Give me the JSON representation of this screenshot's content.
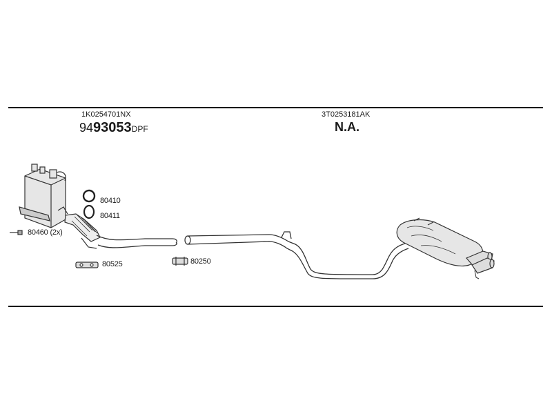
{
  "sections": {
    "front": {
      "part_number": "1K0254701NX",
      "code_prefix": "94",
      "code_main": "93053",
      "code_suffix": "DPF"
    },
    "rear": {
      "part_number": "3T0253181AK",
      "status": "N.A."
    }
  },
  "callouts": {
    "ring_upper": "80410",
    "ring_lower": "80411",
    "bolt": "80460 (2x)",
    "gasket": "80525",
    "clamp": "80250"
  },
  "colors": {
    "line": "#111111",
    "part_stroke": "#333333",
    "part_fill": "#e6e6e6"
  }
}
